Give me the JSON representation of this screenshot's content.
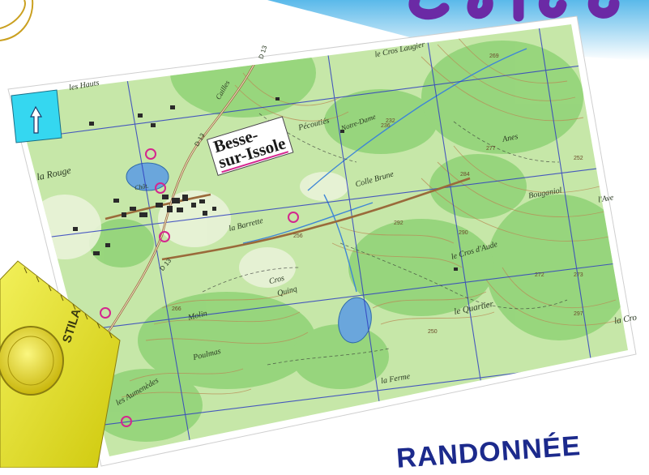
{
  "map": {
    "town_name_line1": "Besse-",
    "town_name_line2": "sur-Issole",
    "place_labels": [
      {
        "name": "les Hauts",
        "id": "hauts"
      },
      {
        "name": "la Rouge",
        "id": "rouge"
      },
      {
        "name": "Pécoutiés",
        "id": "pecouties"
      },
      {
        "name": "Notre-Dame",
        "id": "notredame"
      },
      {
        "name": "le Cros Laugier",
        "id": "croslaugier"
      },
      {
        "name": "Colle Brune",
        "id": "collebrune"
      },
      {
        "name": "Bouganiol",
        "id": "bouganiol"
      },
      {
        "name": "Anes",
        "id": "anes"
      },
      {
        "name": "la Barrette",
        "id": "barrette"
      },
      {
        "name": "Cros",
        "id": "cros"
      },
      {
        "name": "Quinq",
        "id": "quinq"
      },
      {
        "name": "le Cros d'Aude",
        "id": "crosdaude"
      },
      {
        "name": "le Quartier",
        "id": "quartier"
      },
      {
        "name": "Molin",
        "id": "molin"
      },
      {
        "name": "Poulmas",
        "id": "poulmas"
      },
      {
        "name": "les Aumenèdes",
        "id": "aumenedes"
      },
      {
        "name": "la Ferme",
        "id": "ferme"
      },
      {
        "name": "la Cro",
        "id": "lacro"
      },
      {
        "name": "l'Ave",
        "id": "ave"
      },
      {
        "name": "Cailles",
        "id": "cailles"
      },
      {
        "name": "Chât.",
        "id": "chat"
      }
    ],
    "road_labels": [
      "D 13",
      "D 13",
      "D 13"
    ],
    "altitudes": [
      "232",
      "277",
      "284",
      "252",
      "290",
      "273",
      "256",
      "250",
      "292",
      "297",
      "266",
      "236",
      "269",
      "272"
    ]
  },
  "ruler_brand": "STILA",
  "banner_text": "RANDONNÉE",
  "colors": {
    "map_green": "#bfe3a0",
    "forest": "#8ccf72",
    "contour": "#b98a55",
    "grid_blue": "#3040c0",
    "road_brown": "#9a6a3a",
    "lake": "#6aa6dc",
    "landmark_pink": "#d4268e",
    "ruler_yellow": "#e8e61a",
    "banner": "#1c2a8c",
    "arrow_box": "#35d7f0"
  }
}
